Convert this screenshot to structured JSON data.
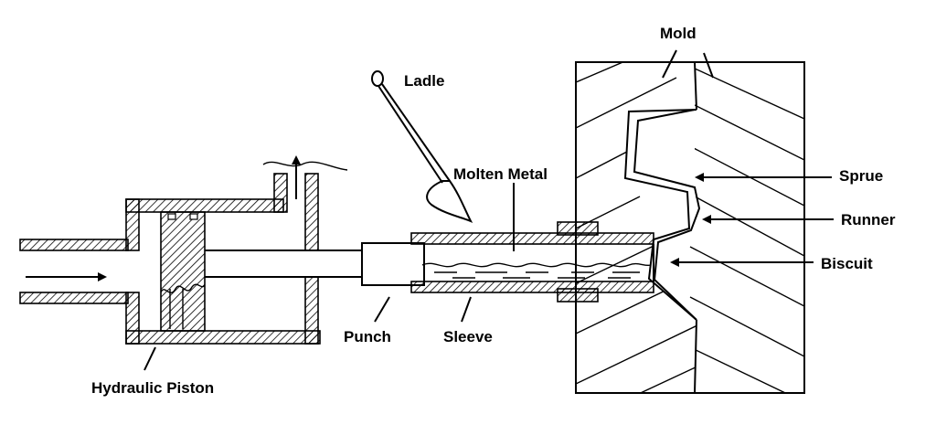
{
  "labels": {
    "mold": "Mold",
    "ladle": "Ladle",
    "molten_metal": "Molten Metal",
    "sprue": "Sprue",
    "runner": "Runner",
    "biscuit": "Biscuit",
    "punch": "Punch",
    "sleeve": "Sleeve",
    "hydraulic_piston": "Hydraulic Piston"
  },
  "colors": {
    "line": "#000000",
    "background": "#ffffff"
  }
}
